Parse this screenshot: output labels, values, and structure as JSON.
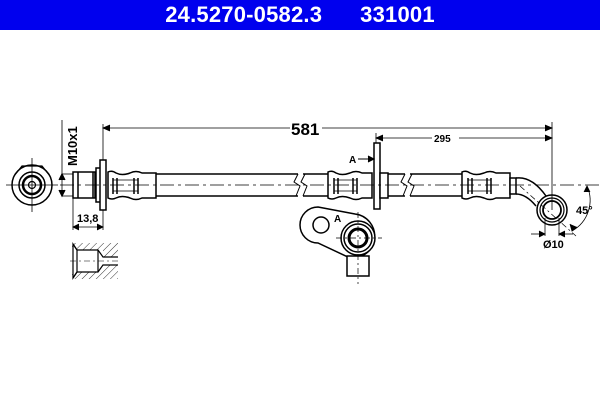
{
  "header": {
    "part_number": "24.5270-0582.3",
    "ref_number": "331001",
    "background_color": "#0000ee",
    "text_color": "#ffffff"
  },
  "drawing": {
    "dimensions": {
      "overall_length": "581",
      "partial_length": "295",
      "thread": "M10x1",
      "fitting_length": "13,8",
      "eye_diameter": "Ø10",
      "angle": "45°"
    },
    "labels": {
      "view_marker": "A",
      "bracket_view_label": "A"
    }
  }
}
